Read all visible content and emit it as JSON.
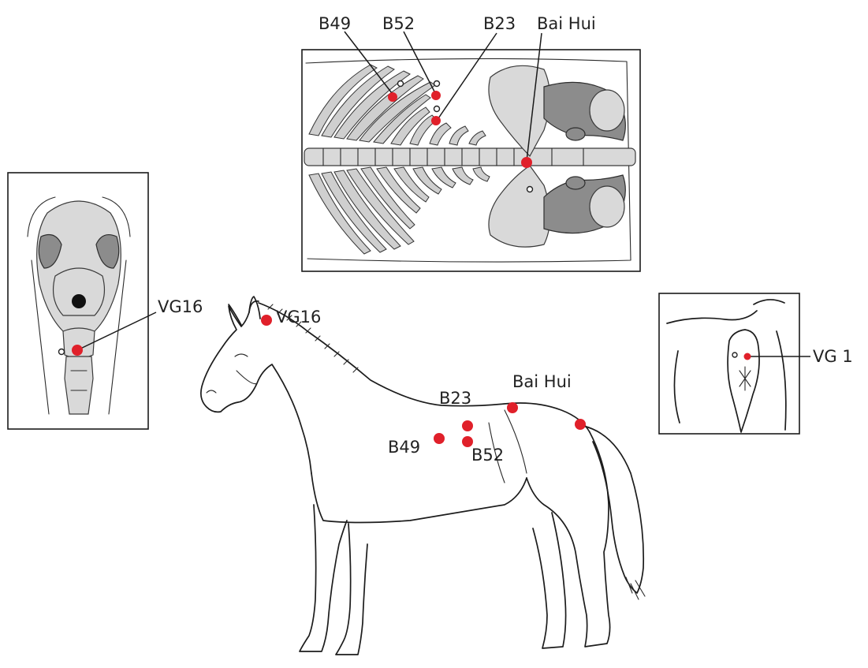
{
  "labels": {
    "spine_b49": "B49",
    "spine_b52": "B52",
    "spine_b23": "B23",
    "spine_baihui": "Bai Hui",
    "skull_vg16": "VG16",
    "horse_vg16": "VG16",
    "horse_baihui": "Bai Hui",
    "horse_b23": "B23",
    "horse_b49": "B49",
    "horse_b52": "B52",
    "tail_vg1": "VG 1"
  },
  "colors": {
    "acupoint": "#e0202a",
    "line": "#1c1c1c",
    "background": "#ffffff"
  }
}
